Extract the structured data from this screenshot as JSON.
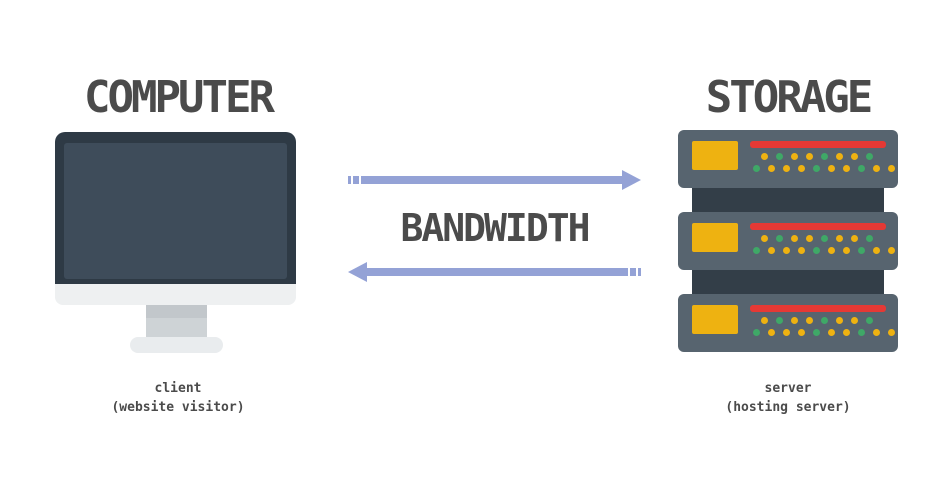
{
  "title_left": "COMPUTER",
  "title_right": "STORAGE",
  "center_label": "BANDWIDTH",
  "caption_left": {
    "line1": "client",
    "line2": "(website visitor)"
  },
  "caption_right": {
    "line1": "server",
    "line2": "(hosting server)"
  },
  "colors": {
    "heading_text": "#4b4b4b",
    "arrow": "#94a2d6",
    "monitor_frame": "#2e3a45",
    "monitor_screen": "#3e4c5a",
    "monitor_chin": "#eef0f1",
    "stand": "#ced3d6",
    "stand_shadow": "#c2c7cb",
    "base": "#e9ecee",
    "server_body": "#57646f",
    "server_connector": "#333e48",
    "panel_yellow": "#eeb211",
    "stripe_red": "#e53935",
    "dot_yellow": "#eeb211",
    "dot_green": "#3fa867"
  },
  "server": {
    "units": 3,
    "dot_rows": {
      "top": [
        "yellow",
        "green",
        "yellow",
        "yellow",
        "green",
        "yellow",
        "yellow",
        "green"
      ],
      "bottom": [
        "green",
        "yellow",
        "yellow",
        "yellow",
        "green",
        "yellow",
        "yellow",
        "green",
        "yellow",
        "yellow"
      ]
    }
  }
}
